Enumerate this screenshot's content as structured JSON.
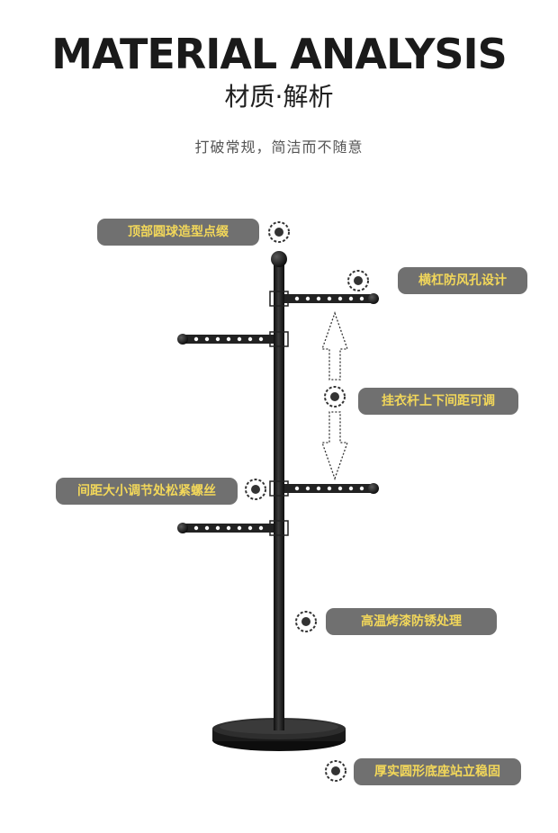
{
  "header": {
    "title": "MATERIAL ANALYSIS",
    "subtitle": "材质·解析",
    "tagline": "打破常规，简洁而不随意"
  },
  "features": [
    {
      "id": "top-ball",
      "label": "顶部圆球造型点缀"
    },
    {
      "id": "crossbar-holes",
      "label": "横杠防风孔设计"
    },
    {
      "id": "adjustable-height",
      "label": "挂衣杆上下间距可调"
    },
    {
      "id": "tightening-screw",
      "label": "间距大小调节处松紧螺丝"
    },
    {
      "id": "paint-finish",
      "label": "高温烤漆防锈处理"
    },
    {
      "id": "round-base",
      "label": "厚实圆形底座站立稳固"
    }
  ],
  "colors": {
    "label_bg": "#707070",
    "label_text": "#f2d75a",
    "rack": "#1c1c1c"
  }
}
